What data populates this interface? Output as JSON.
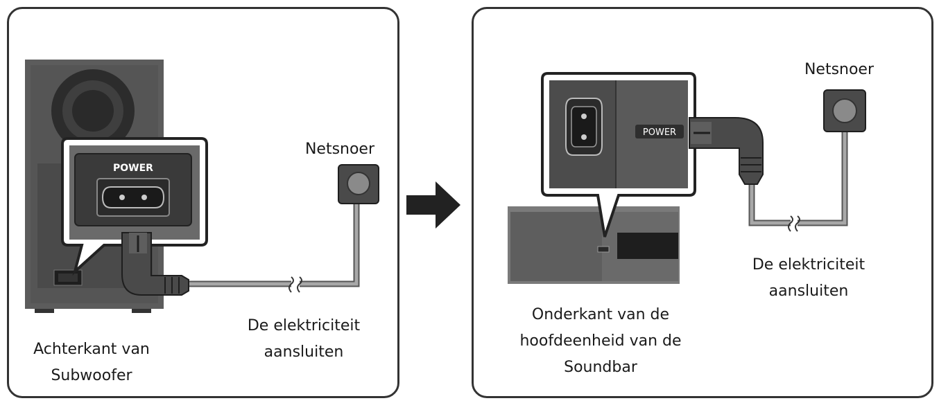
{
  "left_panel": {
    "power_label": "POWER",
    "outlet_label": "Netsnoer",
    "cable_caption": [
      "De elektriciteit",
      "aansluiten"
    ],
    "device_caption": [
      "Achterkant van",
      "Subwoofer"
    ]
  },
  "right_panel": {
    "power_label": "POWER",
    "outlet_label": "Netsnoer",
    "cable_caption": [
      "De elektriciteit",
      "aansluiten"
    ],
    "device_caption": [
      "Onderkant van de",
      "hoofdeenheid van de",
      "Soundbar"
    ]
  },
  "colors": {
    "border": "#333333",
    "device_dark": "#3a3a3a",
    "device_mid": "#5a5a5a",
    "device_light": "#8a8a8a",
    "cable": "#a8a8a8",
    "plug": "#4a4a4a",
    "arrow": "#222222"
  }
}
